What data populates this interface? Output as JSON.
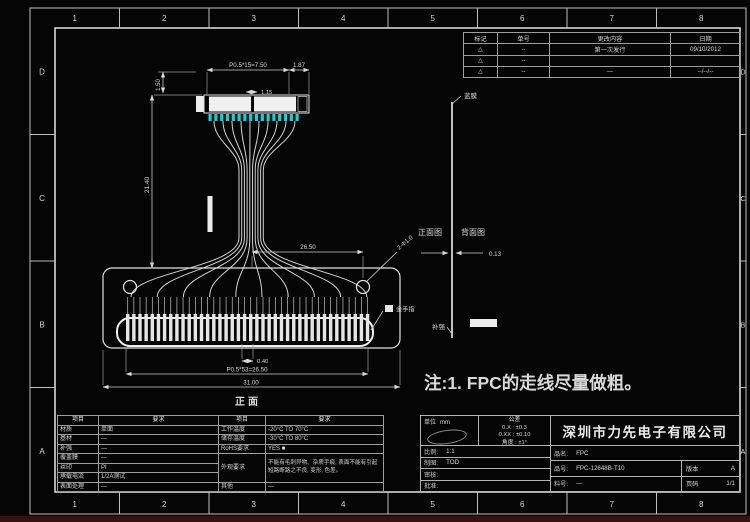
{
  "colors": {
    "background": "#050505",
    "line": "#e0e0e0",
    "dim_line": "#cfcfcf",
    "pad_cyan": "#00dcdc",
    "table_line": "#9c9c9c",
    "text": "#dcdcdc"
  },
  "zones": {
    "top": [
      "1",
      "2",
      "3",
      "4",
      "5",
      "6",
      "7",
      "8"
    ],
    "bottom": [
      "1",
      "2",
      "3",
      "4",
      "5",
      "6",
      "7",
      "8"
    ],
    "left": [
      "D",
      "C",
      "B",
      "A"
    ],
    "right": [
      "D",
      "C",
      "B",
      "A"
    ]
  },
  "revision_table": {
    "headers": [
      "标记",
      "单号",
      "更改内容",
      "日期"
    ],
    "rows": [
      [
        "△",
        "--",
        "第一次发行",
        "09/10/2012"
      ],
      [
        "△",
        "--",
        "",
        ""
      ],
      [
        "△",
        "--",
        "—",
        "--/--/--"
      ]
    ]
  },
  "dimensions": {
    "top_pitch": "P0.5*15=7.50",
    "top_right": "1.87",
    "top_inner": "1.15",
    "top_height": "1.50",
    "body_length": "21.40",
    "hole_span": "26.50",
    "hole_callout": "2-Φ1.0",
    "finger_width": "0.40",
    "finger_pitch": "P0.5*53=26.50",
    "overall_width": "31.00"
  },
  "labels": {
    "front_view_caption": "正面",
    "gold_finger": "金手指",
    "side_top": "蓝膜",
    "side_front": "正面图",
    "side_back": "背面图",
    "side_thickness": "0.13",
    "side_stiffener": "补强"
  },
  "note": "注:1. FPC的走线尽量做粗。",
  "spec_table": {
    "headers": [
      "项目",
      "要求",
      "项目",
      "要求"
    ],
    "rows_left": [
      [
        "材质",
        "单面"
      ],
      [
        "基材",
        "—"
      ],
      [
        "补强",
        "—"
      ],
      [
        "覆盖膜",
        "—"
      ],
      [
        "丝印",
        "PI"
      ],
      [
        "承载电流",
        "1/2A测试"
      ],
      [
        "表面处理",
        "—"
      ]
    ],
    "rows_right": [
      [
        "工作温度",
        "-20°C TO 70°C"
      ],
      [
        "储存温度",
        "-30°C TO 80°C"
      ],
      [
        "RoHS要求",
        "YES ■"
      ],
      [
        "外观要求",
        "不能有毛刺异物、杂质手痕, 表面不能有引起短路断路之不良, 变形, 色差。"
      ],
      [
        "其他",
        "—"
      ]
    ]
  },
  "title_block": {
    "company": "深圳市力先电子有限公司",
    "unit_label": "单位",
    "unit_value": "mm",
    "tolerance_label": "公差",
    "tolerance_lines": [
      "0.X : ±0.3",
      "0.XX : ±0.10",
      "角度 : ±1°"
    ],
    "rows_left": [
      [
        "比例:",
        "1:1"
      ],
      [
        "制图:",
        "TOD"
      ],
      [
        "审核:",
        ""
      ],
      [
        "批准:",
        ""
      ]
    ],
    "product_name_label": "品名:",
    "product_name": "FPC",
    "part_no_label": "品号:",
    "part_no": "FPC-12648B-T10",
    "material_no_label": "料号:",
    "material_no": "—",
    "version_label": "版本",
    "version": "A",
    "page_label": "页码",
    "page": "1/1"
  }
}
